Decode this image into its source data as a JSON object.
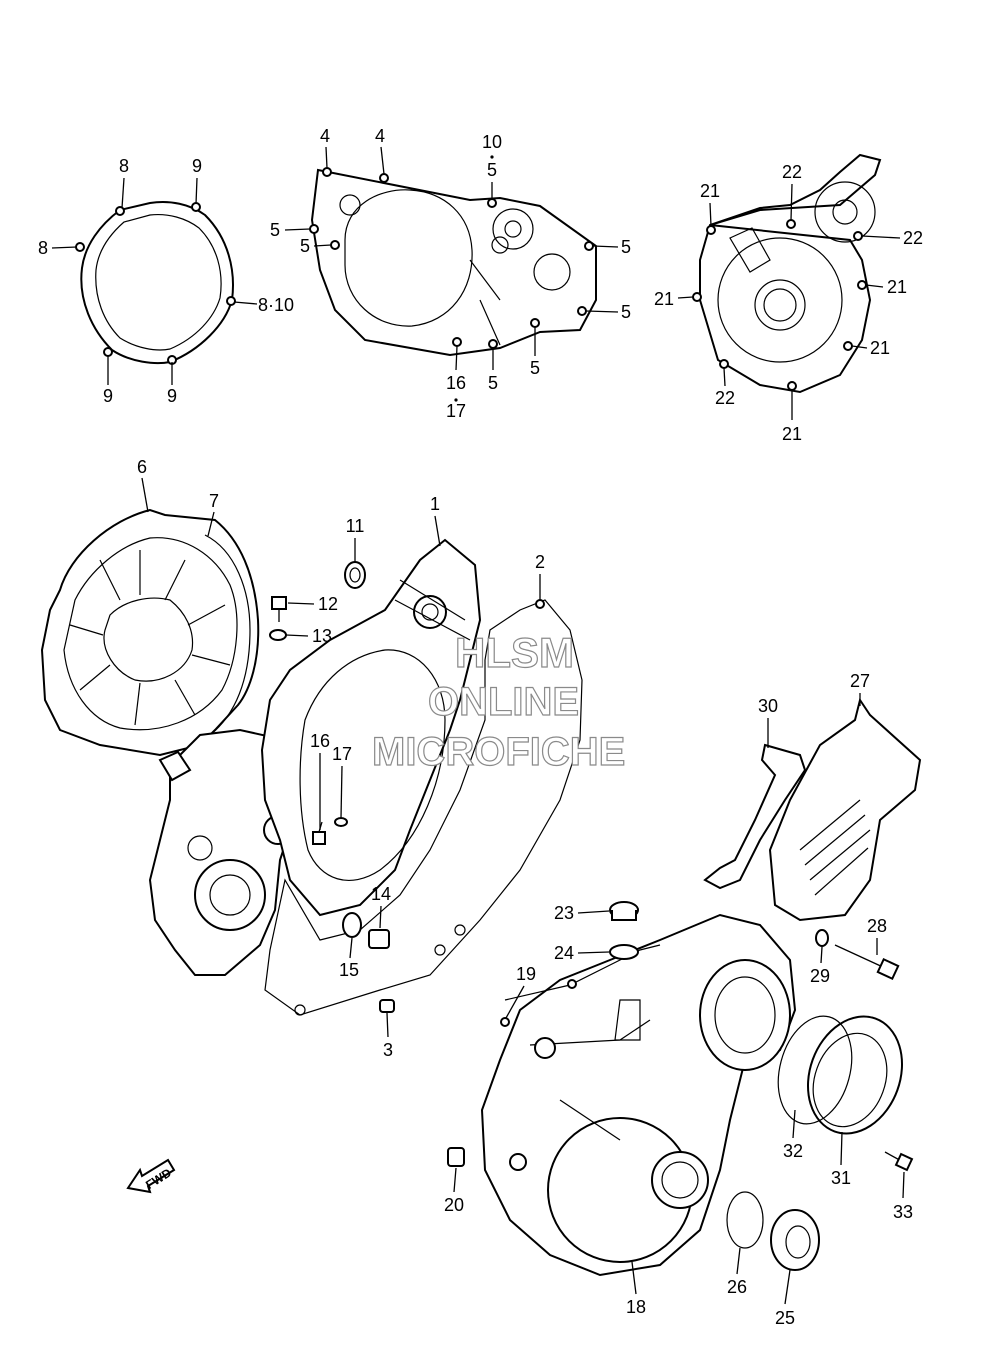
{
  "watermark": {
    "line1": "HLSM",
    "line2": "ONLINE",
    "line3": "MICROFICHE"
  },
  "fwd_label": "FWD",
  "callouts": [
    {
      "id": "c-8-a",
      "text": "8"
    },
    {
      "id": "c-9-a",
      "text": "9"
    },
    {
      "id": "c-8-b",
      "text": "8"
    },
    {
      "id": "c-8-10",
      "text": "8·10"
    },
    {
      "id": "c-9-b",
      "text": "9"
    },
    {
      "id": "c-9-c",
      "text": "9"
    },
    {
      "id": "c-4-a",
      "text": "4"
    },
    {
      "id": "c-4-b",
      "text": "4"
    },
    {
      "id": "c-10",
      "text": "10"
    },
    {
      "id": "c-5-top",
      "text": "5"
    },
    {
      "id": "c-5-l1",
      "text": "5"
    },
    {
      "id": "c-5-l2",
      "text": "5"
    },
    {
      "id": "c-5-r1",
      "text": "5"
    },
    {
      "id": "c-5-r2",
      "text": "5"
    },
    {
      "id": "c-5-b1",
      "text": "5"
    },
    {
      "id": "c-5-b2",
      "text": "5"
    },
    {
      "id": "c-16-top",
      "text": "16"
    },
    {
      "id": "c-17-top",
      "text": "17"
    },
    {
      "id": "c-21-a",
      "text": "21"
    },
    {
      "id": "c-22-a",
      "text": "22"
    },
    {
      "id": "c-22-b",
      "text": "22"
    },
    {
      "id": "c-21-b",
      "text": "21"
    },
    {
      "id": "c-21-c",
      "text": "21"
    },
    {
      "id": "c-21-d",
      "text": "21"
    },
    {
      "id": "c-22-c",
      "text": "22"
    },
    {
      "id": "c-21-e",
      "text": "21"
    },
    {
      "id": "c-6",
      "text": "6"
    },
    {
      "id": "c-7",
      "text": "7"
    },
    {
      "id": "c-11",
      "text": "11"
    },
    {
      "id": "c-1",
      "text": "1"
    },
    {
      "id": "c-2",
      "text": "2"
    },
    {
      "id": "c-12",
      "text": "12"
    },
    {
      "id": "c-13",
      "text": "13"
    },
    {
      "id": "c-16",
      "text": "16"
    },
    {
      "id": "c-17",
      "text": "17"
    },
    {
      "id": "c-14",
      "text": "14"
    },
    {
      "id": "c-15",
      "text": "15"
    },
    {
      "id": "c-3",
      "text": "3"
    },
    {
      "id": "c-27",
      "text": "27"
    },
    {
      "id": "c-30",
      "text": "30"
    },
    {
      "id": "c-28",
      "text": "28"
    },
    {
      "id": "c-29",
      "text": "29"
    },
    {
      "id": "c-23",
      "text": "23"
    },
    {
      "id": "c-24",
      "text": "24"
    },
    {
      "id": "c-19",
      "text": "19"
    },
    {
      "id": "c-32",
      "text": "32"
    },
    {
      "id": "c-31",
      "text": "31"
    },
    {
      "id": "c-33",
      "text": "33"
    },
    {
      "id": "c-20",
      "text": "20"
    },
    {
      "id": "c-26",
      "text": "26"
    },
    {
      "id": "c-25",
      "text": "25"
    },
    {
      "id": "c-18",
      "text": "18"
    }
  ]
}
